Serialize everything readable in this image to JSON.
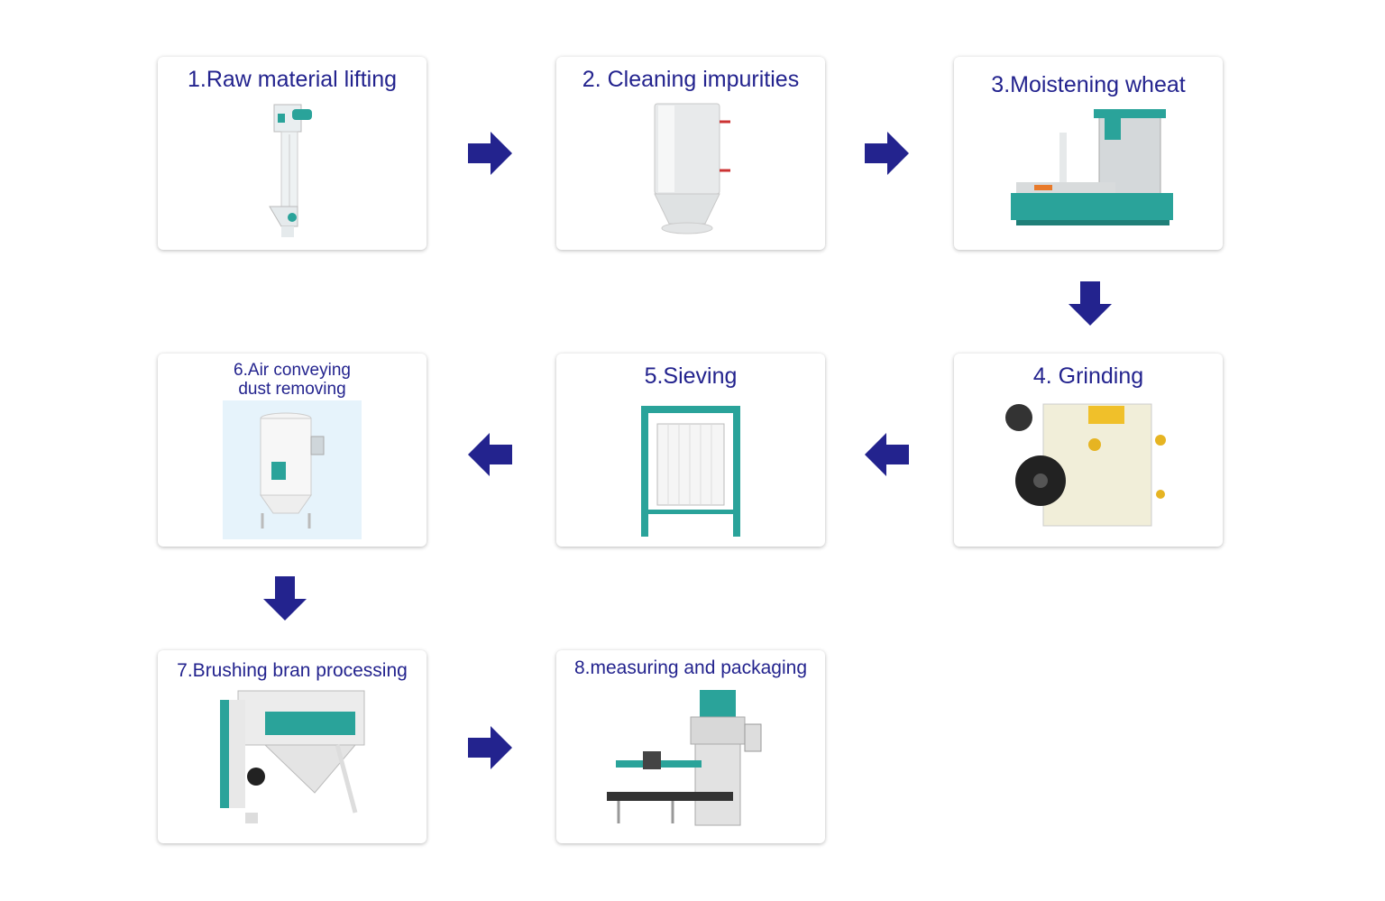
{
  "accent_color": "#23238e",
  "machine_color": "#2aa39a",
  "steps": [
    {
      "label": "1.Raw material lifting",
      "image": "bucket-elevator"
    },
    {
      "label": "2. Cleaning impurities",
      "image": "cylinder-cleaner"
    },
    {
      "label": "3.Moistening wheat",
      "image": "wheat-dampener"
    },
    {
      "label": "4. Grinding",
      "image": "roller-mill"
    },
    {
      "label": "5.Sieving",
      "image": "plansifter"
    },
    {
      "label": "6.Air conveying dust removing",
      "label_lines": [
        "6.Air conveying",
        "dust removing"
      ],
      "image": "pulse-dust-collector"
    },
    {
      "label": "7.Brushing bran processing",
      "image": "bran-brusher"
    },
    {
      "label": "8.measuring and packaging",
      "image": "packing-machine"
    }
  ],
  "flow": [
    "right",
    "right",
    "down",
    "left",
    "left",
    "down",
    "right"
  ]
}
